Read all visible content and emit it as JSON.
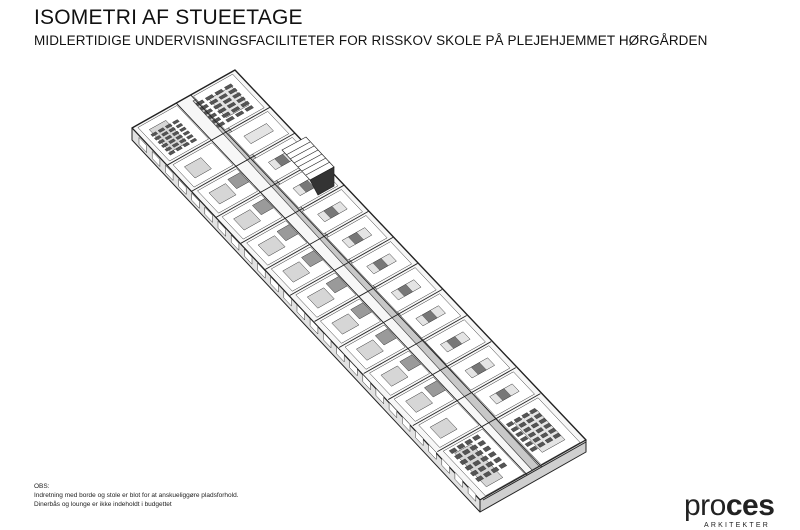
{
  "header": {
    "title": "ISOMETRI AF STUEETAGE",
    "subtitle": "MIDLERTIDIGE UNDERVISNINGSFACILITETER FOR RISSKOV SKOLE PÅ PLEJEHJEMMET HØRGÅRDEN"
  },
  "notes": {
    "heading": "OBS:",
    "lines": [
      "Indretning med borde og stole er blot for at anskueliggøre pladsforhold.",
      "Dinerbås og lounge er ikke indeholdt i budgettet"
    ]
  },
  "logo": {
    "word_light": "pro",
    "word_bold": "ces",
    "tagline": "ARKITEKTER"
  },
  "drawing": {
    "icons": [
      "isometric-floor-plan",
      "staircase-icon",
      "classroom-furniture"
    ]
  }
}
